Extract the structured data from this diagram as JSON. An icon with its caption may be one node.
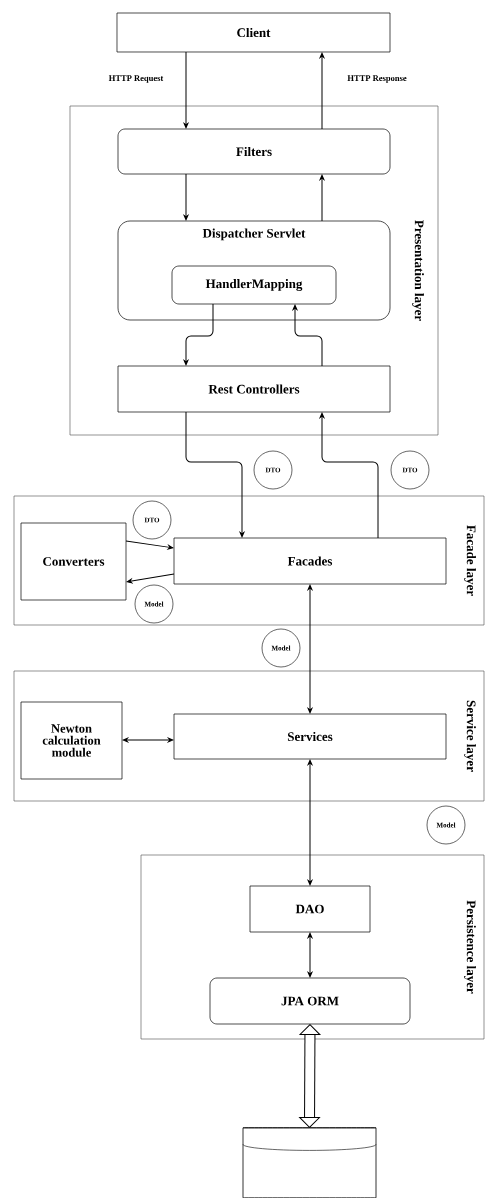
{
  "diagram": {
    "nodes": [
      {
        "text": [
          "Client"
        ]
      },
      {
        "text": [
          "Presentation layer"
        ]
      },
      {
        "text": [
          "Filters"
        ],
        "in": 1
      },
      {
        "text": [
          "Dispatcher Servlet"
        ],
        "in": 1
      },
      {
        "text": [
          "HandlerMapping"
        ],
        "in": 3
      },
      {
        "text": [
          "Rest Controllers"
        ],
        "in": 1
      },
      {
        "text": [
          "Facade layer"
        ]
      },
      {
        "text": [
          "Converters"
        ],
        "in": 6
      },
      {
        "text": [
          "Facades"
        ],
        "in": 6
      },
      {
        "text": [
          "Service layer"
        ]
      },
      {
        "text": [
          "Newton calculation module"
        ],
        "in": 9
      },
      {
        "text": [
          "Services"
        ],
        "in": 9
      },
      {
        "text": [
          "Persistence layer"
        ]
      },
      {
        "text": [
          "DAO"
        ],
        "in": 12
      },
      {
        "text": [
          "JPA ORM"
        ],
        "in": 12
      },
      {
        "text": [],
        "shape": "cylinder"
      },
      {
        "text": [
          "DTO"
        ]
      },
      {
        "text": [
          "DTO"
        ]
      },
      {
        "text": [
          "DTO"
        ],
        "in": 6
      },
      {
        "text": [
          "Model"
        ],
        "in": 6
      },
      {
        "text": [
          "Model"
        ]
      },
      {
        "text": [
          "Model"
        ]
      }
    ],
    "edges": [
      {
        "from": 0,
        "to": 2,
        "arrow": "to",
        "label": "HTTP Request"
      },
      {
        "from": 2,
        "to": 0,
        "arrow": "to",
        "label": "HTTP Response"
      },
      {
        "from": 2,
        "to": 3,
        "arrow": "to"
      },
      {
        "from": 3,
        "to": 2,
        "arrow": "to"
      },
      {
        "from": 4,
        "to": 5,
        "arrow": "to"
      },
      {
        "from": 5,
        "to": 4,
        "arrow": "to"
      },
      {
        "from": 5,
        "to": 8,
        "arrow": "to"
      },
      {
        "from": 8,
        "to": 5,
        "arrow": "to"
      },
      {
        "from": 7,
        "to": 8,
        "arrow": "to"
      },
      {
        "from": 8,
        "to": 7,
        "arrow": "to"
      },
      {
        "from": 8,
        "to": 11,
        "arrow": "both"
      },
      {
        "from": 10,
        "to": 11,
        "arrow": "both"
      },
      {
        "from": 11,
        "to": 13,
        "arrow": "both"
      },
      {
        "from": 13,
        "to": 14,
        "arrow": "both"
      },
      {
        "from": 14,
        "to": 15,
        "arrow": "both",
        "style": "thick"
      }
    ]
  }
}
